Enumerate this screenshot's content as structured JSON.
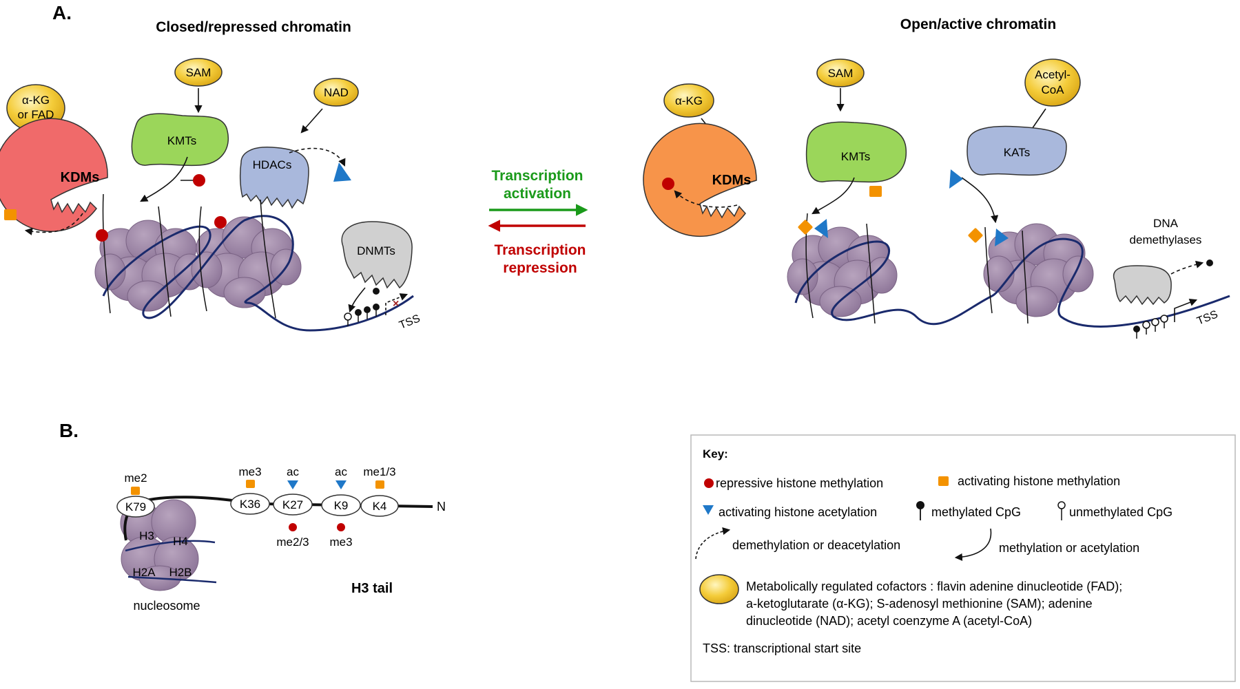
{
  "panelA": {
    "label": "A.",
    "closed_title": "Closed/repressed chromatin",
    "open_title": "Open/active chromatin",
    "closed": {
      "akg_fad_line1": "α-KG",
      "akg_fad_line2": "or FAD",
      "sam": "SAM",
      "nad": "NAD",
      "kdms": "KDMs",
      "kmts": "KMTs",
      "hdacs": "HDACs",
      "dnmts": "DNMTs",
      "tss": "TSS"
    },
    "open": {
      "akg": "α-KG",
      "sam": "SAM",
      "acetyl_line1": "Acetyl-",
      "acetyl_line2": "CoA",
      "kdms": "KDMs",
      "kmts": "KMTs",
      "kats": "KATs",
      "demethylases_line1": "DNA",
      "demethylases_line2": "demethylases",
      "tss": "TSS"
    },
    "transition": {
      "activation_line1": "Transcription",
      "activation_line2": "activation",
      "repression_line1": "Transcription",
      "repression_line2": "repression",
      "activation_color": "#1a9a1a",
      "repression_color": "#c00000"
    }
  },
  "panelB": {
    "label": "B.",
    "residues": [
      "K79",
      "K36",
      "K27",
      "K9",
      "K4"
    ],
    "n_terminus": "N",
    "marks_above": [
      "me2",
      "me3",
      "ac",
      "ac",
      "me1/3"
    ],
    "marks_below": [
      "me2/3",
      "me3"
    ],
    "histones": [
      "H3",
      "H4",
      "H2A",
      "H2B"
    ],
    "nucleosome_label": "nucleosome",
    "tail_label": "H3 tail"
  },
  "key": {
    "title": "Key:",
    "repressive": "repressive histone methylation",
    "activating_methyl": "activating histone methylation",
    "activating_acetyl": "activating histone acetylation",
    "methylated_cpg": "methylated CpG",
    "unmethylated_cpg": "unmethylated CpG",
    "demethylation": "demethylation or deacetylation",
    "methylation": "methylation or acetylation",
    "cofactors_line1": "Metabolically regulated cofactors : flavin adenine dinucleotide (FAD);",
    "cofactors_line2": "a-ketoglutarate (α-KG); S-adenosyl methionine (SAM); adenine",
    "cofactors_line3": "dinucleotide (NAD); acetyl coenzyme A (acetyl-CoA)",
    "tss": "TSS: transcriptional start site"
  },
  "colors": {
    "repressive_mark": "#c00000",
    "activating_methyl": "#f39200",
    "acetyl": "#1f78c8",
    "nucleosome": "#9e88a8",
    "dna": "#1a2a6c",
    "kdm_closed": "#f06a6a",
    "kdm_open": "#f7944a",
    "kmt": "#9bd65a",
    "hdac_kat": "#a9b8dc",
    "dnmt": "#d0d0d0",
    "cofactor": "#f4cc3a"
  }
}
